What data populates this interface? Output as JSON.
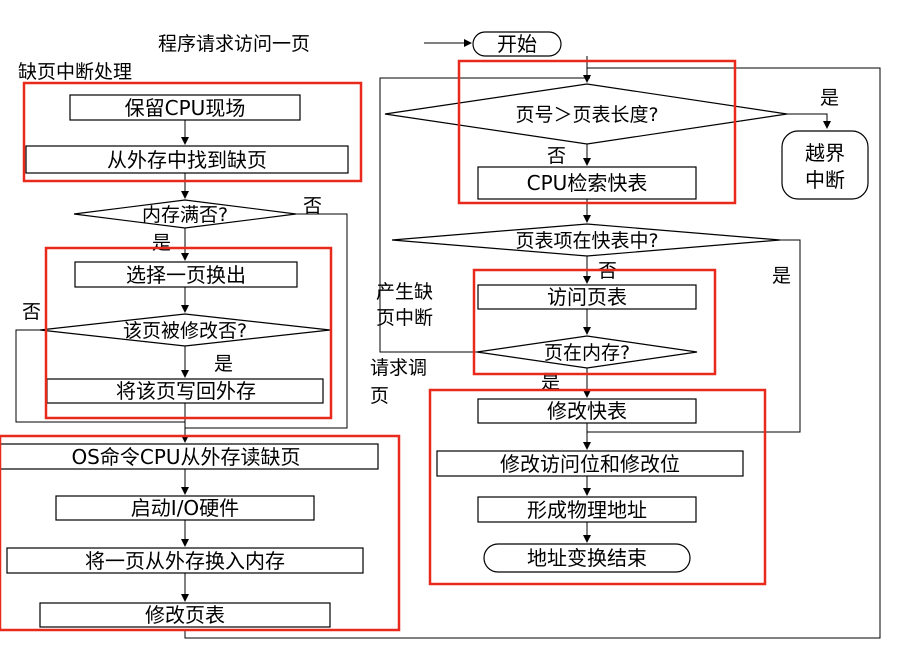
{
  "top_label": "程序请求访问一页",
  "start": "开始",
  "fault_title": "缺页中断处理",
  "right": {
    "page_check": "页号＞页表长度?",
    "yes": "是",
    "no": "否",
    "out_of_bounds": [
      "越界",
      "中断"
    ],
    "cpu_search": "CPU检索快表",
    "in_tlb": "页表项在快表中?",
    "access_pt": "访问页表",
    "in_memory": "页在内存?",
    "gen_fault": [
      "产生缺",
      "页中断"
    ],
    "request_page": [
      "请求调",
      "页"
    ],
    "modify_tlb": "修改快表",
    "modify_bits": "修改访问位和修改位",
    "phys_addr": "形成物理地址",
    "end": "地址变换结束"
  },
  "left": {
    "save_cpu": "保留CPU现场",
    "find_page": "从外存中找到缺页",
    "mem_full": "内存满否?",
    "select_page": "选择一页换出",
    "modified": "该页被修改否?",
    "write_back": "将该页写回外存",
    "os_cmd": "OS命令CPU从外存读缺页",
    "start_io": "启动I/O硬件",
    "swap_in": "将一页从外存换入内存",
    "modify_pt": "修改页表"
  }
}
